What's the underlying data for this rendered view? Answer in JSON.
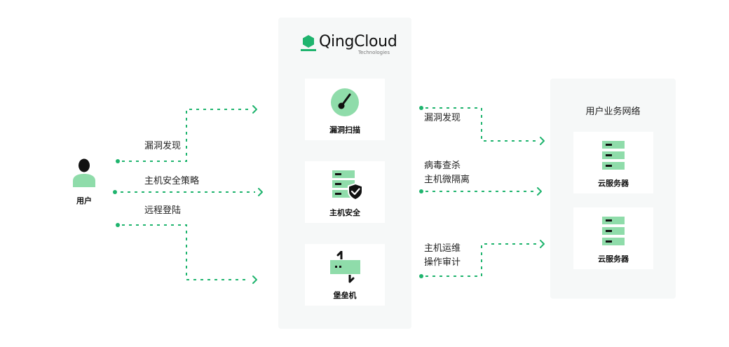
{
  "brand": {
    "name": "QingCloud",
    "tagline": "Technologies"
  },
  "user": {
    "label": "用户"
  },
  "left_flows": [
    {
      "label": "漏洞发现"
    },
    {
      "label": "主机安全策略"
    },
    {
      "label": "远程登陆"
    }
  ],
  "center_cards": [
    {
      "label": "漏洞扫描",
      "icon": "gauge-icon"
    },
    {
      "label": "主机安全",
      "icon": "server-shield-icon"
    },
    {
      "label": "堡垒机",
      "icon": "bastion-host-icon"
    }
  ],
  "right_flows": [
    {
      "line1": "漏洞发现",
      "line2": ""
    },
    {
      "line1": "病毒查杀",
      "line2": "主机微隔离"
    },
    {
      "line1": "主机运维",
      "line2": "操作审计"
    }
  ],
  "business_network": {
    "title": "用户业务网络",
    "servers": [
      {
        "label": "云服务器"
      },
      {
        "label": "云服务器"
      }
    ]
  },
  "colors": {
    "accent": "#1fb46e",
    "icon_green": "#8fdcaa",
    "panel_bg": "#f6f8f8",
    "dark": "#111111"
  }
}
